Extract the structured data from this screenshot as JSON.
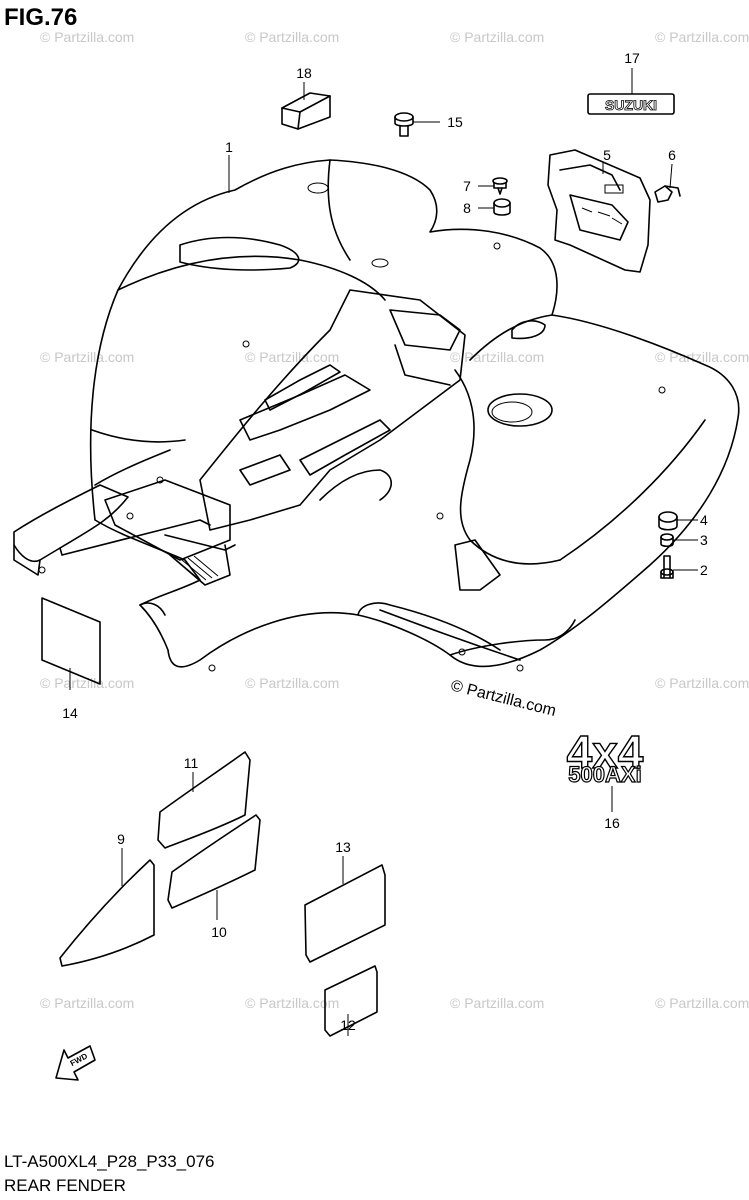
{
  "figure": {
    "title": "FIG.76",
    "code": "LT-A500XL4_P28_P33_076",
    "name": "REAR FENDER"
  },
  "watermark": {
    "text": "© Partzilla.com",
    "center_text": "© Partzilla.com"
  },
  "emblems": {
    "suzuki": "SUZUKI",
    "fourxfour": "4x4",
    "model": "500AXi",
    "fwd": "FWD"
  },
  "callouts": [
    "1",
    "2",
    "3",
    "4",
    "5",
    "6",
    "7",
    "8",
    "9",
    "10",
    "11",
    "12",
    "13",
    "14",
    "15",
    "16",
    "17",
    "18"
  ]
}
